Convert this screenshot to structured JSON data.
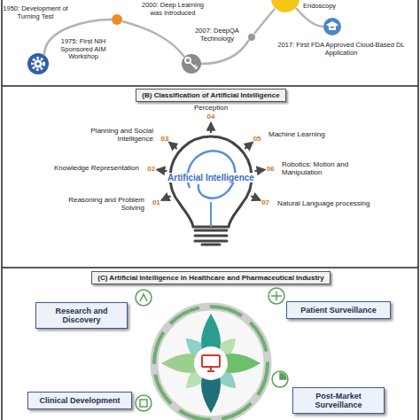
{
  "diagram": {
    "nodes": [
      {
        "text": [
          "(B) Classification of Artificial Intelligence"
        ]
      },
      {
        "text": [
          "Artificial Intelligence"
        ]
      },
      {
        "text": [
          "(C) Artificial Intelligence in Healthcare and Pharmaceutical Industry"
        ]
      },
      {
        "text": [
          "Research and Discovery"
        ]
      },
      {
        "text": [
          "Patient Surveillance"
        ]
      },
      {
        "text": [
          "Clinical Development"
        ]
      },
      {
        "text": [
          "Post-Market Surveillance"
        ]
      }
    ],
    "labels": [
      "1950: Development of Turning Test",
      "1975: First NIH Sponsored AIM Workshop",
      "2000: Deep Learning was Introduced",
      "2007: DeepQA Technology",
      "Endoscopy",
      "2017: First FDA Approved Cloud-Based DL Application",
      "Perception",
      "04",
      "Planning and Social Intelligence",
      "03",
      "Machine Learning",
      "05",
      "Knowledge Representation",
      "02",
      "Robotics: Motion and Manipulation",
      "06",
      "Reasoning and Problem Solving",
      "01",
      "Natural Language processing",
      "07"
    ]
  }
}
